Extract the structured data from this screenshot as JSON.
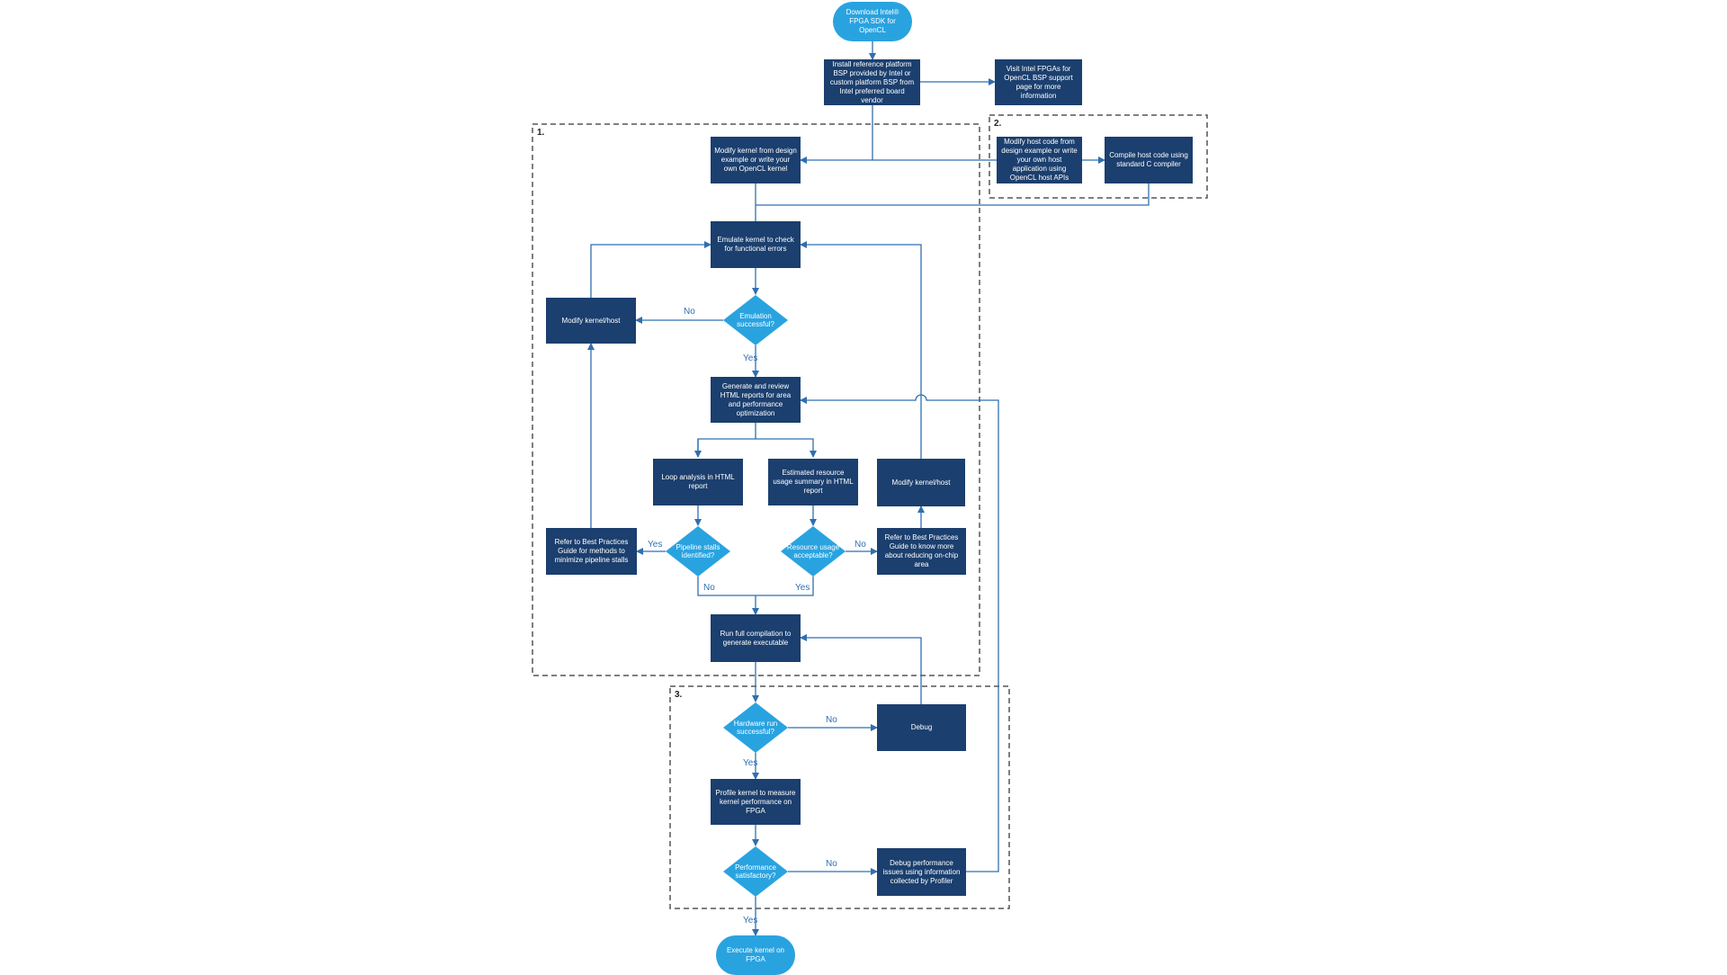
{
  "regions": {
    "r1": "1.",
    "r2": "2.",
    "r3": "3."
  },
  "nodes": {
    "download_sdk": "Download Intel® FPGA SDK for OpenCL",
    "install_bsp": "Install reference platform BSP provided by Intel or custom platform BSP from Intel preferred board vendor",
    "visit_bsp_page": "Visit Intel FPGAs for OpenCL BSP support page for more information",
    "modify_kernel_design": "Modify kernel from design example or write your own OpenCL kernel",
    "modify_host_code": "Modify host code from design example or write your own host application using OpenCL host APIs",
    "compile_host": "Compile host code using standard C compiler",
    "emulate_kernel": "Emulate kernel to check for functional errors",
    "emulation_successful": "Emulation successful?",
    "modify_kernel_host_left": "Modify kernel/host",
    "generate_reports": "Generate and review HTML reports for area and performance optimization",
    "loop_analysis": "Loop analysis in HTML report",
    "resource_summary": "Estimated resource usage summary in HTML report",
    "modify_kernel_host_right": "Modify kernel/host",
    "pipeline_stalls": "Pipeline stalls identified?",
    "resource_acceptable": "Resource usage acceptable?",
    "best_practices_stalls": "Refer to Best Practices Guide for methods to minimize pipeline stalls",
    "best_practices_area": "Refer to Best Practices Guide to know more about reducing on-chip area",
    "full_compilation": "Run full compilation to generate executable",
    "hardware_run": "Hardware run successful?",
    "debug": "Debug",
    "profile_kernel": "Profile kernel to measure kernel performance on FPGA",
    "performance_satisfactory": "Performance satisfactory?",
    "debug_performance": "Debug performance issues using information collected by Profiler",
    "execute_kernel": "Execute kernel on FPGA"
  },
  "edge_labels": {
    "emulation_no": "No",
    "emulation_yes": "Yes",
    "stalls_yes": "Yes",
    "stalls_no": "No",
    "resource_no": "No",
    "resource_yes": "Yes",
    "hardware_no": "No",
    "hardware_yes": "Yes",
    "performance_no": "No",
    "performance_yes": "Yes"
  },
  "colors": {
    "box": "#1b3f6e",
    "decision": "#29a3e0",
    "terminal": "#29a3e0",
    "connector": "#2f6fb0",
    "region_border": "#555555"
  }
}
